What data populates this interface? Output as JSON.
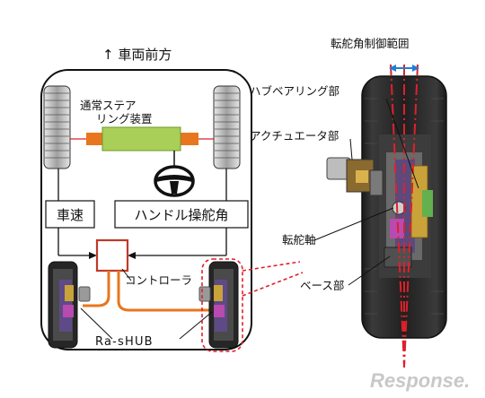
{
  "vehicle_diagram": {
    "front_direction_label": "↑ 車両前方",
    "steering_unit_label_line1": "通常ステア",
    "steering_unit_label_line2": "リング装置",
    "speed_label": "車速",
    "steering_angle_label": "ハンドル操舵角",
    "controller_label": "コントローラ",
    "hub_label": "Ra-sHUB"
  },
  "hub_detail": {
    "title": "転舵角制御範囲",
    "labels": {
      "hub_bearing": "ハブベアリング部",
      "actuator": "アクチュエータ部",
      "steering_axis": "転舵軸",
      "base": "ベース部"
    }
  },
  "watermark": "Response.",
  "colors": {
    "connector_orange": "#e8761e",
    "unit_green": "#a9cf58",
    "accent_red": "#d9202a",
    "range_blue": "#1f7fd6"
  }
}
